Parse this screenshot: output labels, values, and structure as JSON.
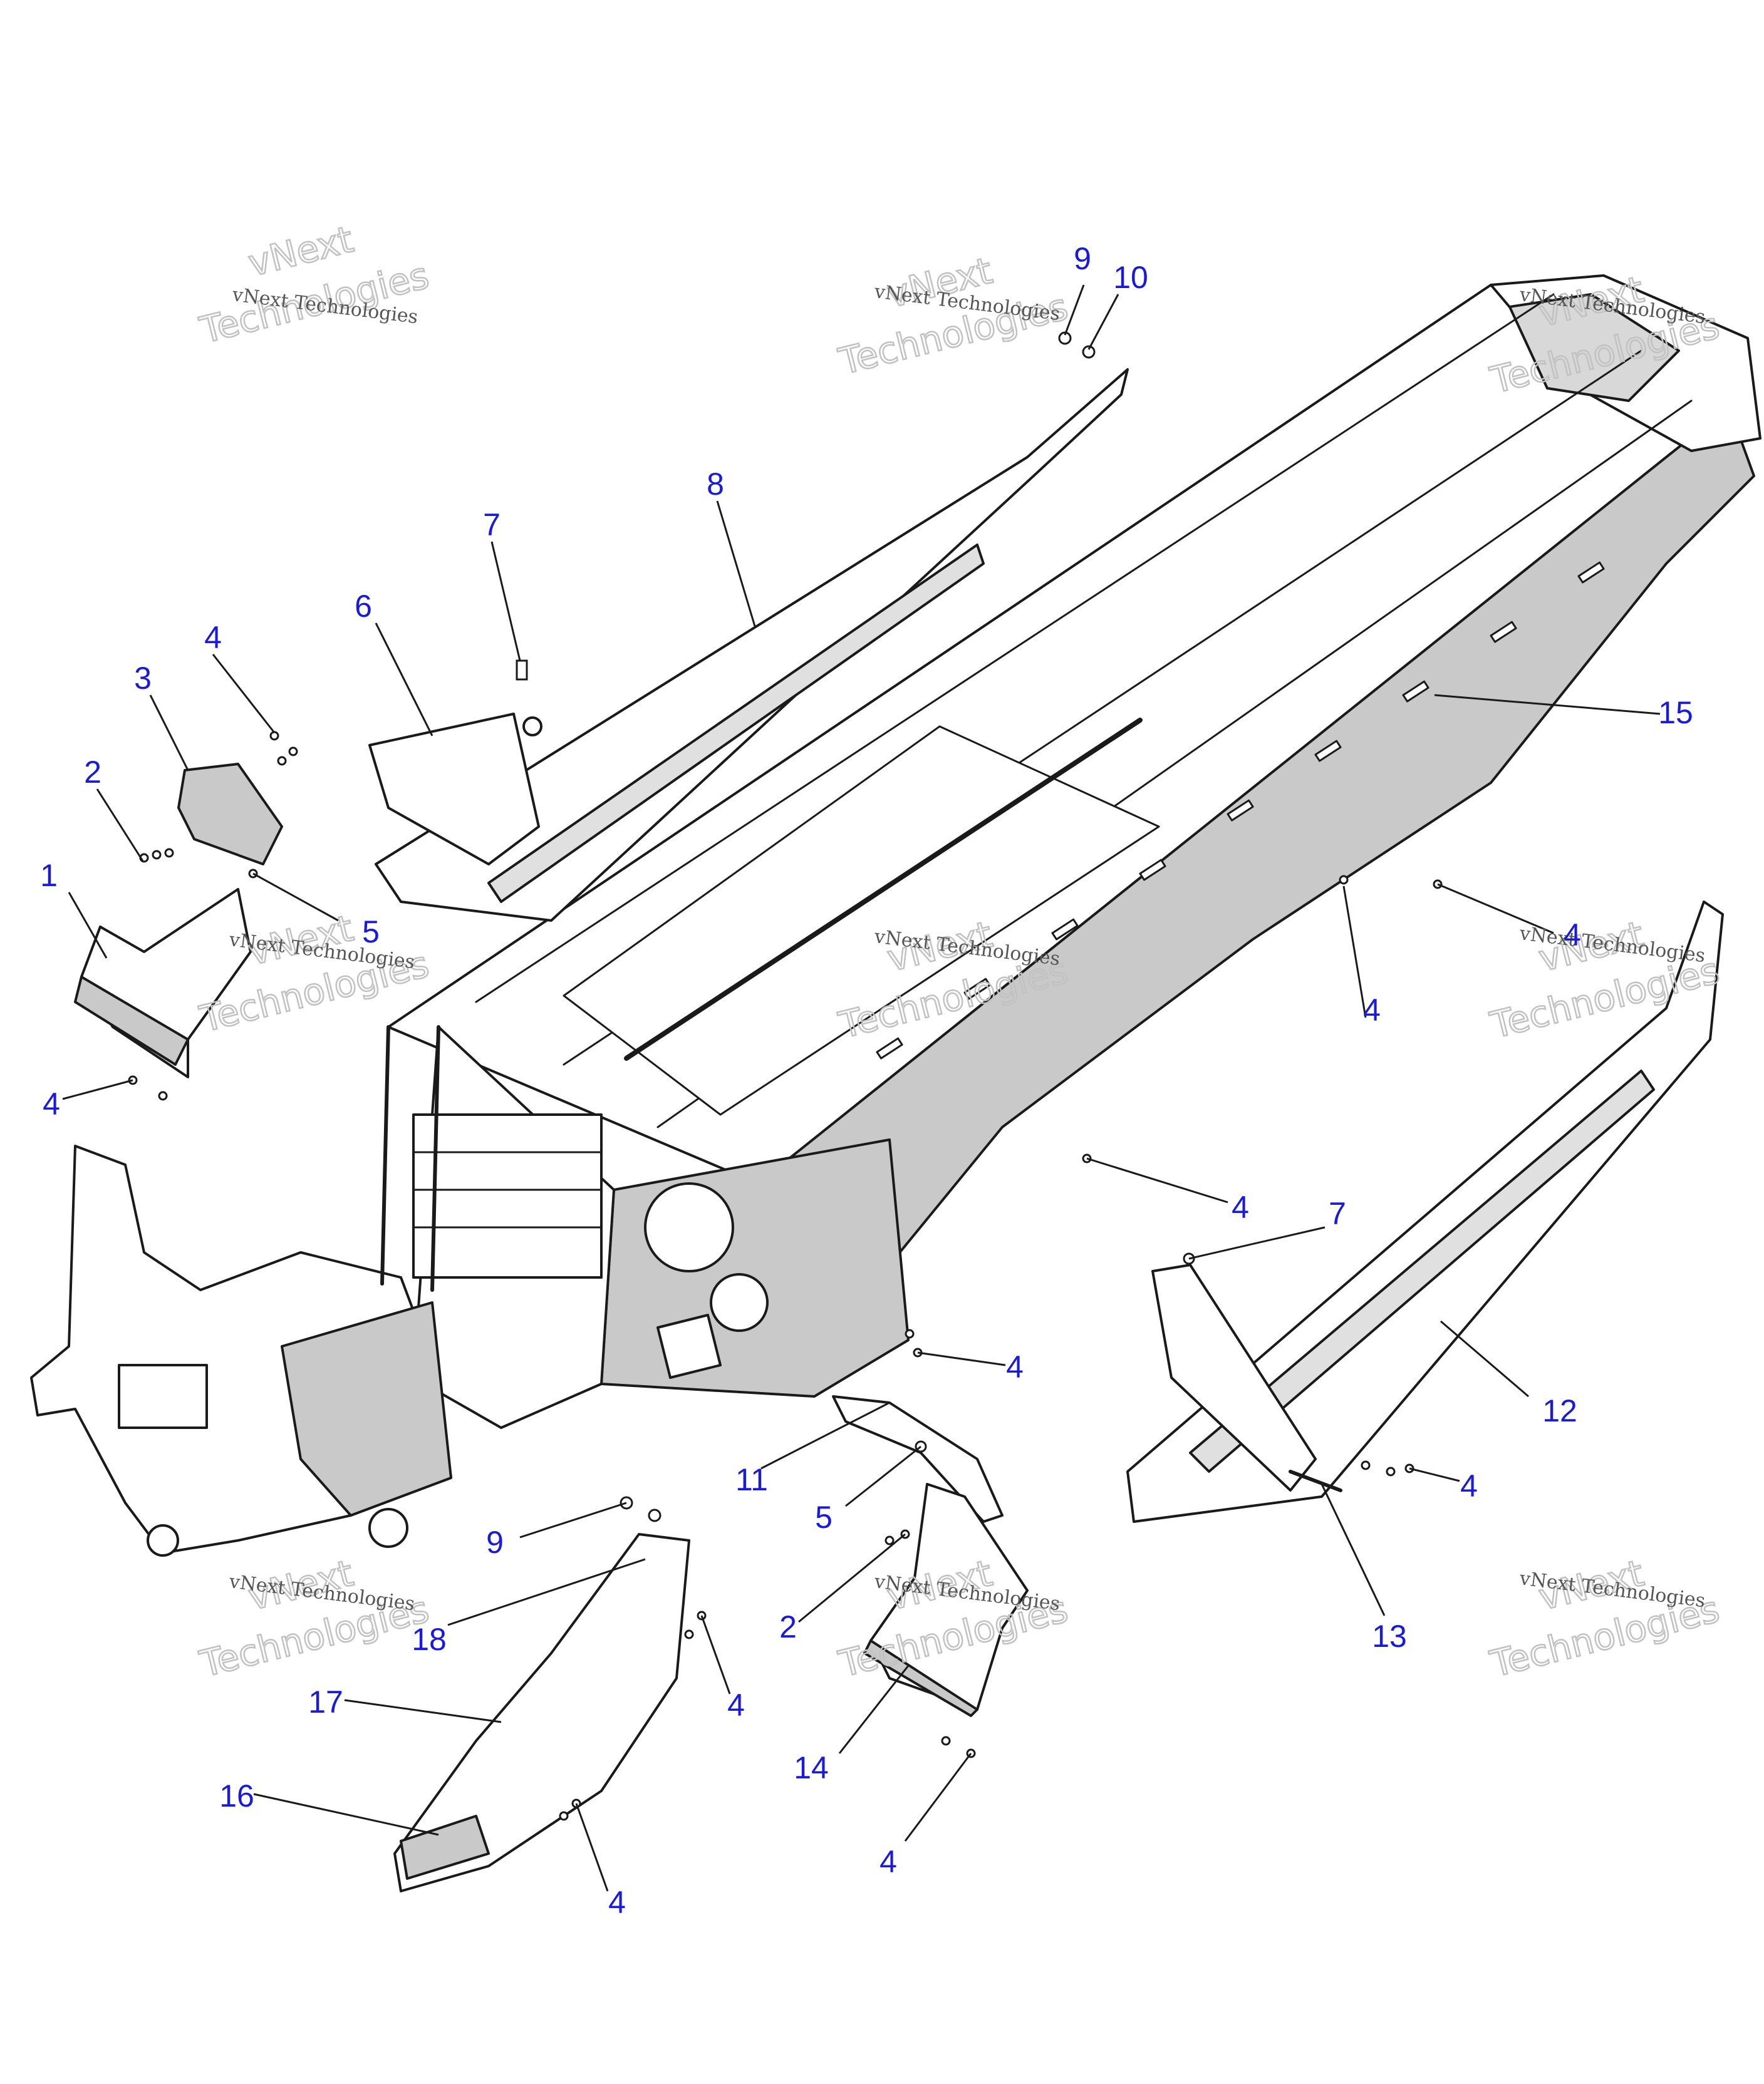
{
  "watermark": {
    "line1": "vNext",
    "line2": "vNext Technologies",
    "line3": "Technologies"
  },
  "colors": {
    "callout": "#1a1adc",
    "ink": "#1a1a1a",
    "shade": "#c9c9c9",
    "paper": "#ffffff"
  },
  "callouts": [
    "1",
    "2",
    "3",
    "4",
    "5",
    "6",
    "7",
    "8",
    "9",
    "10",
    "11",
    "12",
    "13",
    "14",
    "15",
    "16",
    "17",
    "18"
  ]
}
